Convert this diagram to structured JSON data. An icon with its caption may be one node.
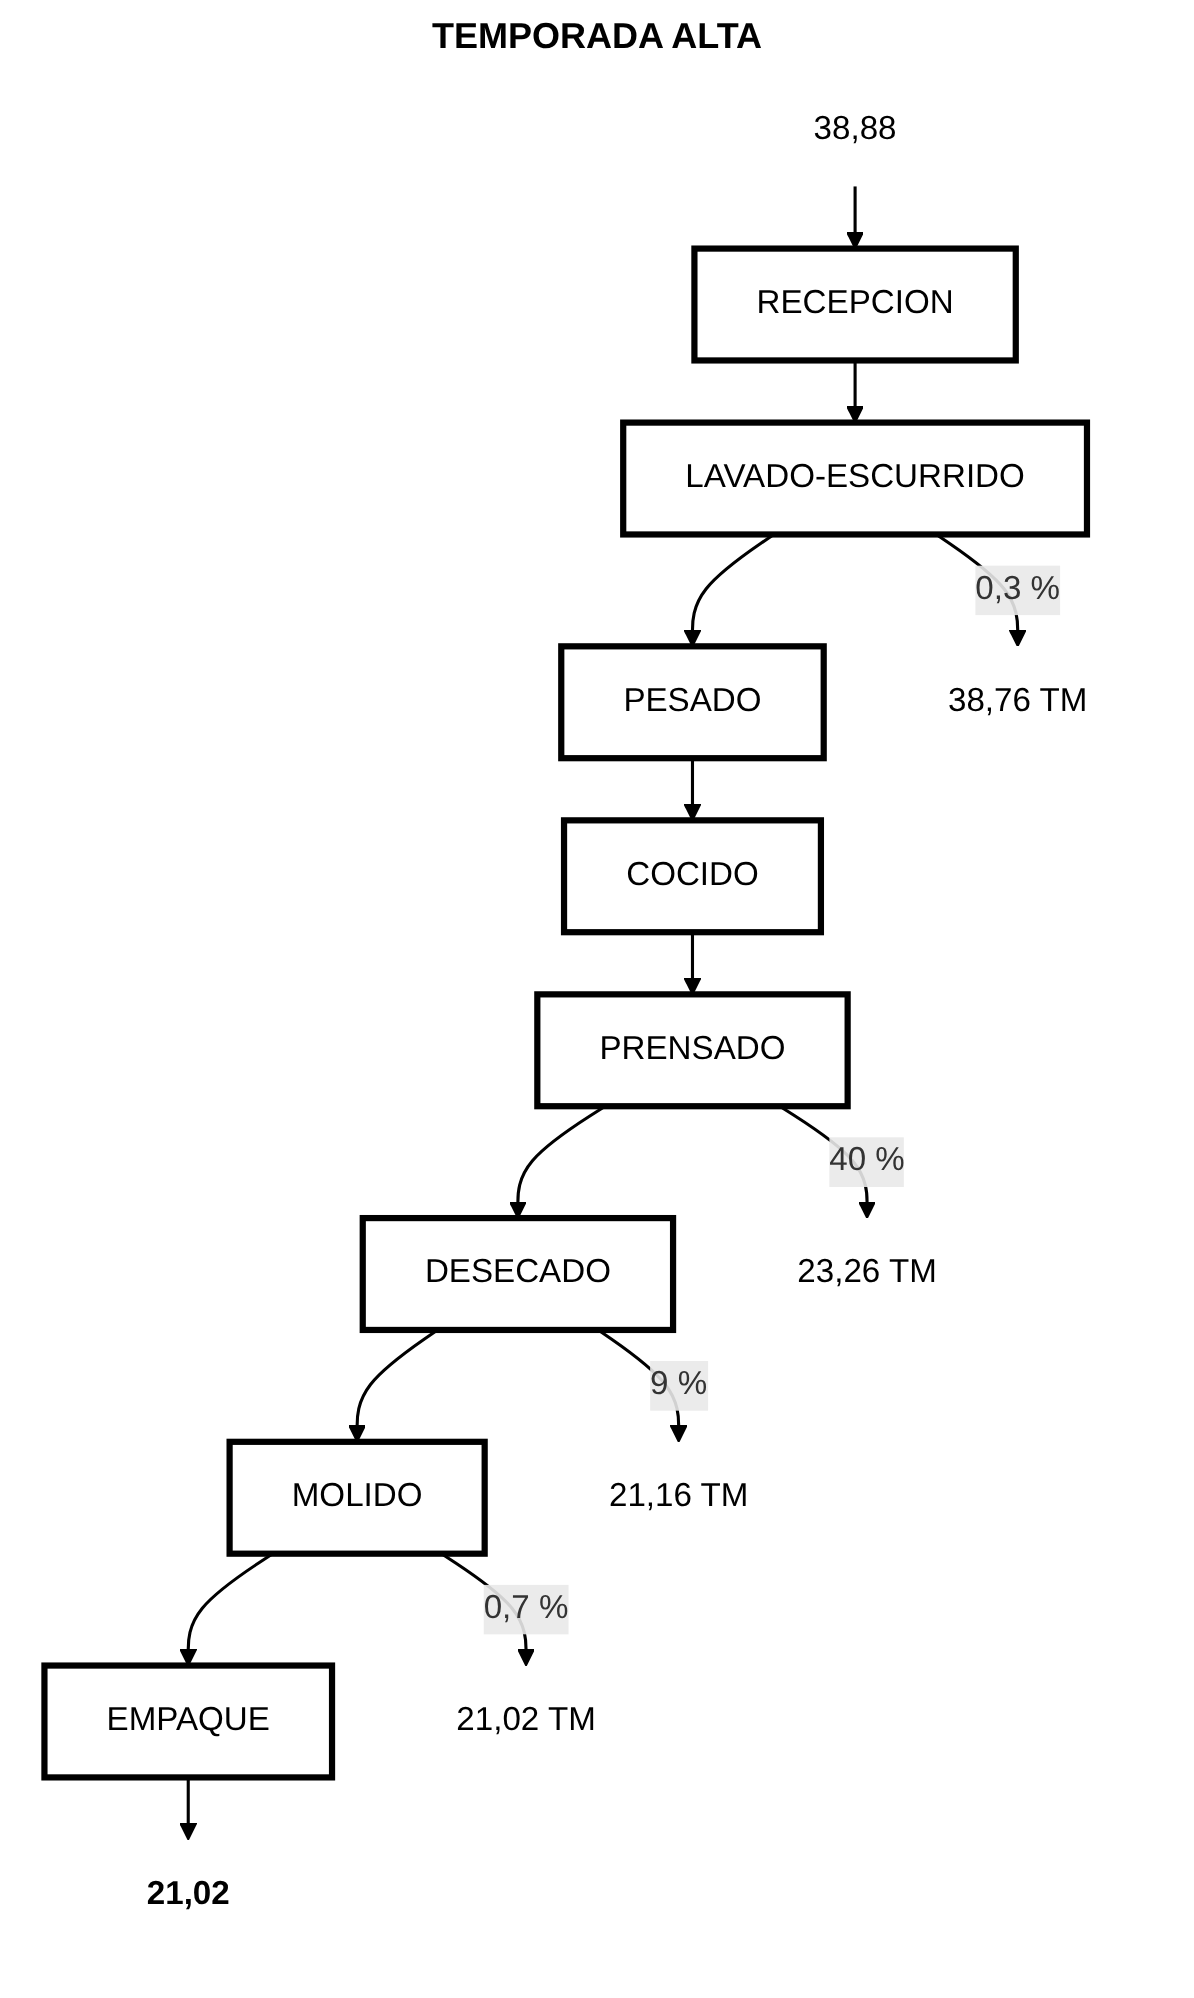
{
  "diagram": {
    "title": "TEMPORADA ALTA",
    "nodes": [
      {
        "text": [
          "38,88"
        ]
      },
      {
        "text": [
          "RECEPCION"
        ]
      },
      {
        "text": [
          "LAVADO-ESCURRIDO"
        ]
      },
      {
        "text": [
          "PESADO"
        ]
      },
      {
        "text": [
          "COCIDO"
        ]
      },
      {
        "text": [
          "PRENSADO"
        ]
      },
      {
        "text": [
          "DESECADO"
        ]
      },
      {
        "text": [
          "MOLIDO"
        ]
      },
      {
        "text": [
          "EMPAQUE"
        ]
      },
      {
        "text": [
          "21,02"
        ]
      },
      {
        "text": [
          "38,76 TM"
        ]
      },
      {
        "text": [
          "23,26 TM"
        ]
      },
      {
        "text": [
          "21,16 TM"
        ]
      },
      {
        "text": [
          "21,02 TM"
        ]
      }
    ],
    "edges": [
      {
        "from": 0,
        "to": 1,
        "arrow": "to"
      },
      {
        "from": 1,
        "to": 2,
        "arrow": "to"
      },
      {
        "from": 2,
        "to": 3,
        "arrow": "to"
      },
      {
        "from": 3,
        "to": 4,
        "arrow": "to"
      },
      {
        "from": 4,
        "to": 5,
        "arrow": "to"
      },
      {
        "from": 5,
        "to": 6,
        "arrow": "to"
      },
      {
        "from": 6,
        "to": 7,
        "arrow": "to"
      },
      {
        "from": 7,
        "to": 8,
        "arrow": "to"
      },
      {
        "from": 8,
        "to": 9,
        "arrow": "to"
      },
      {
        "from": 2,
        "to": 10,
        "arrow": "to",
        "label": "0,3 %"
      },
      {
        "from": 5,
        "to": 11,
        "arrow": "to",
        "label": "40 %"
      },
      {
        "from": 6,
        "to": 12,
        "arrow": "to",
        "label": "9 %"
      },
      {
        "from": 7,
        "to": 13,
        "arrow": "to",
        "label": "0,7 %"
      }
    ]
  }
}
